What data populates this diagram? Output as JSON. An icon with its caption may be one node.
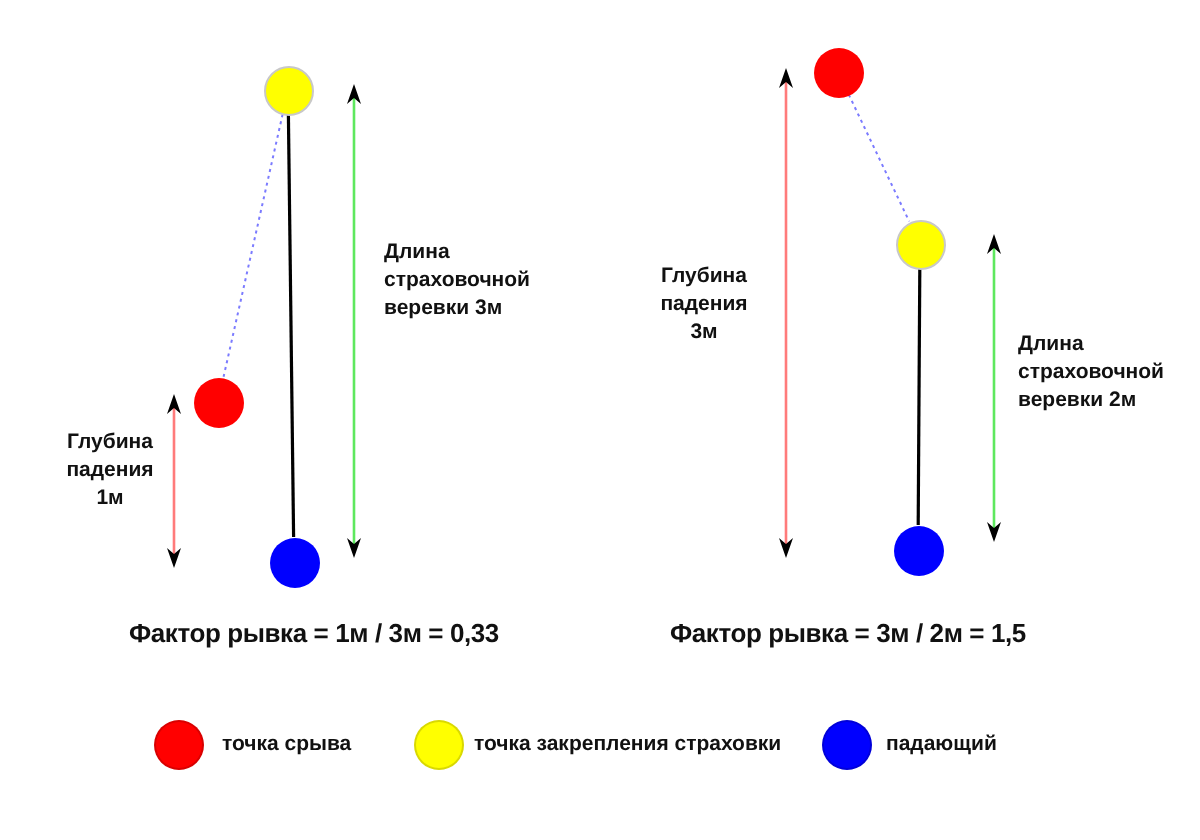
{
  "diagram": {
    "nodes": [
      {
        "text": [],
        "shape": "circle"
      },
      {
        "text": [],
        "shape": "circle"
      },
      {
        "text": [],
        "shape": "circle"
      },
      {
        "text": [],
        "shape": "circle"
      },
      {
        "text": [],
        "shape": "circle"
      },
      {
        "text": [],
        "shape": "circle"
      }
    ],
    "edges": [
      {
        "from": 0,
        "to": 2,
        "arrow": "none"
      },
      {
        "from": 0,
        "to": 1,
        "arrow": "none",
        "style": "dashed",
        "color": "#7b7bff"
      },
      {
        "from": 3,
        "to": 4,
        "arrow": "none",
        "style": "dashed",
        "color": "#7b7bff"
      },
      {
        "from": 4,
        "to": 5,
        "arrow": "none"
      }
    ],
    "labels": [
      "Длина страховочной веревки 3м",
      "Глубина падения 1м",
      "Фактор рывка = 1м / 3м = 0,33",
      "Глубина падения 3м",
      "Длина страховочной веревки 2м",
      "Фактор рывка = 3м / 2м = 1,5"
    ],
    "legend": [
      {
        "text": "точка срыва",
        "color": "#ff0000"
      },
      {
        "text": "точка закрепления страховки",
        "color": "#ffff00"
      },
      {
        "text": "падающий",
        "color": "#0000ff"
      }
    ]
  }
}
